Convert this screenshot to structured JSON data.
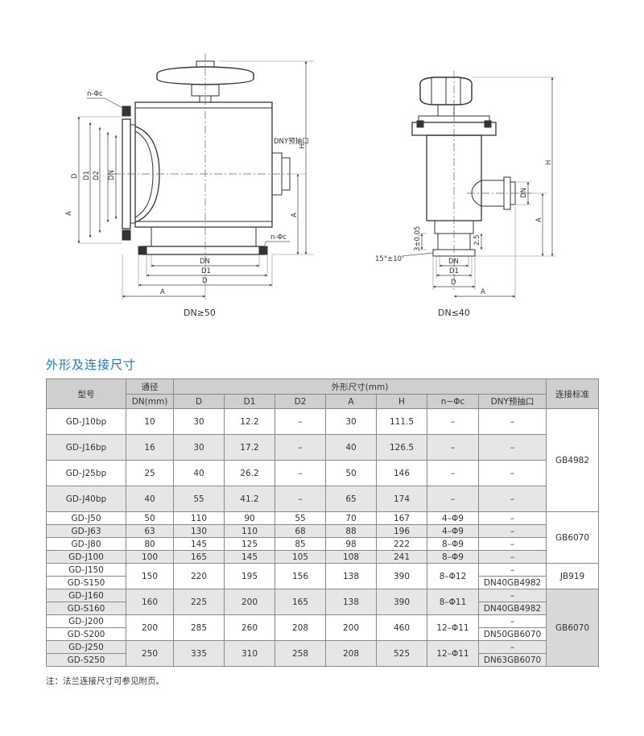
{
  "figure_left": {
    "caption": "DN≥50",
    "labels": {
      "nphic_top": "n-Φc",
      "nphic_bottom": "n-Φc",
      "dny": "DNY预抽口",
      "h": "H",
      "a_right": "A",
      "d": "D",
      "d1": "D1",
      "d2": "D2",
      "dn": "DN",
      "a_left": "A",
      "dn_bottom": "DN",
      "d1_bottom": "D1",
      "d_bottom": "D",
      "a_bottom": "A"
    }
  },
  "figure_right": {
    "caption": "DN≤40",
    "labels": {
      "h": "H",
      "dn": "DN",
      "a": "A",
      "tol1": "3±0.05",
      "tol2": "2.5",
      "angle": "15°±10'",
      "dn_bottom": "DN",
      "d1_bottom": "D1",
      "d_bottom": "D",
      "a_bottom": "A"
    }
  },
  "section_title": "外形及连接尺寸",
  "table": {
    "headers": {
      "model": "型号",
      "bore_line1": "通径",
      "bore_line2": "DN(mm)",
      "dims": "外形尺寸(mm)",
      "standard": "连接标准",
      "sub": [
        "D",
        "D1",
        "D2",
        "A",
        "H",
        "n−Φc",
        "DNY预抽口"
      ]
    },
    "rows": [
      {
        "model": "GD-J10bp",
        "dn": "10",
        "d": "30",
        "d1": "12.2",
        "d2": "–",
        "a": "30",
        "h": "111.5",
        "nphic": "–",
        "dny": "–"
      },
      {
        "model": "GD-J16bp",
        "dn": "16",
        "d": "30",
        "d1": "17.2",
        "d2": "–",
        "a": "40",
        "h": "126.5",
        "nphic": "–",
        "dny": "–"
      },
      {
        "model": "GD-J25bp",
        "dn": "25",
        "d": "40",
        "d1": "26.2",
        "d2": "–",
        "a": "50",
        "h": "146",
        "nphic": "–",
        "dny": "–"
      },
      {
        "model": "GD-J40bp",
        "dn": "40",
        "d": "55",
        "d1": "41.2",
        "d2": "–",
        "a": "65",
        "h": "174",
        "nphic": "–",
        "dny": "–"
      },
      {
        "model": "GD-J50",
        "dn": "50",
        "d": "110",
        "d1": "90",
        "d2": "55",
        "a": "70",
        "h": "167",
        "nphic": "4–Φ9",
        "dny": "–"
      },
      {
        "model": "GD-J63",
        "dn": "63",
        "d": "130",
        "d1": "110",
        "d2": "68",
        "a": "88",
        "h": "196",
        "nphic": "4–Φ9",
        "dny": "–"
      },
      {
        "model": "GD-J80",
        "dn": "80",
        "d": "145",
        "d1": "125",
        "d2": "85",
        "a": "98",
        "h": "222",
        "nphic": "8–Φ9",
        "dny": "–"
      },
      {
        "model": "GD-J100",
        "dn": "100",
        "d": "165",
        "d1": "145",
        "d2": "105",
        "a": "108",
        "h": "241",
        "nphic": "8–Φ9",
        "dny": "–"
      }
    ],
    "pairs": [
      {
        "model1": "GD-J150",
        "model2": "GD-S150",
        "dn": "150",
        "d": "220",
        "d1": "195",
        "d2": "156",
        "a": "138",
        "h": "390",
        "nphic": "8–Φ12",
        "dny1": "–",
        "dny2": "DN40GB4982"
      },
      {
        "model1": "GD-J160",
        "model2": "GD-S160",
        "dn": "160",
        "d": "225",
        "d1": "200",
        "d2": "165",
        "a": "138",
        "h": "390",
        "nphic": "8–Φ11",
        "dny1": "–",
        "dny2": "DN40GB4982"
      },
      {
        "model1": "GD-J200",
        "model2": "GD-S200",
        "dn": "200",
        "d": "285",
        "d1": "260",
        "d2": "208",
        "a": "200",
        "h": "460",
        "nphic": "12–Φ11",
        "dny1": "–",
        "dny2": "DN50GB6070"
      },
      {
        "model1": "GD-J250",
        "model2": "GD-S250",
        "dn": "250",
        "d": "335",
        "d1": "310",
        "d2": "258",
        "a": "208",
        "h": "525",
        "nphic": "12–Φ11",
        "dny1": "–",
        "dny2": "DN63GB6070"
      }
    ],
    "standards": [
      "GB4982",
      "GB6070",
      "JB919",
      "GB6070"
    ]
  },
  "note": "注：法兰连接尺寸可参见附页。"
}
